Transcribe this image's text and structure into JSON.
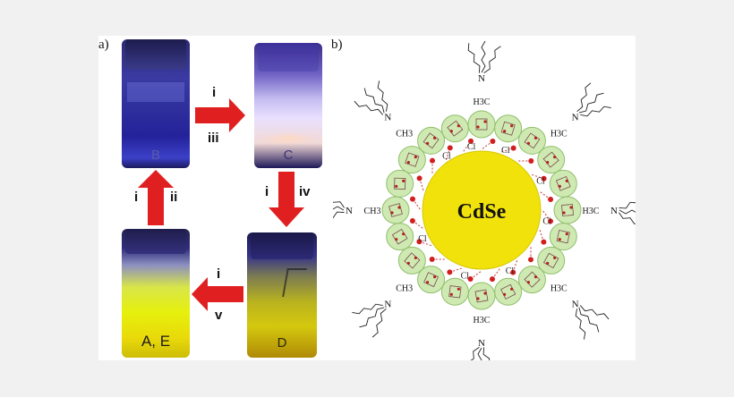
{
  "panel_a": {
    "label": "a)",
    "vials": [
      {
        "id": "B",
        "label": "B"
      },
      {
        "id": "C",
        "label": "C"
      },
      {
        "id": "D",
        "label": "D"
      },
      {
        "id": "AE",
        "label": "A, E"
      }
    ],
    "steps": {
      "b_to_c": [
        "i",
        "iii"
      ],
      "c_to_d": [
        "i",
        "iv"
      ],
      "d_to_ae": [
        "i",
        "v"
      ],
      "ae_to_b": [
        "i",
        "ii"
      ]
    },
    "arrow_color": "#e02020"
  },
  "panel_b": {
    "label": "b)",
    "core_label": "CdSe",
    "core_color": "#f2e20c",
    "chloride_label": "Cl",
    "methyl_label_left": "CH3",
    "methyl_label_right": "H3C",
    "amine_label": "N",
    "shell_color": "#cfe9b3"
  }
}
